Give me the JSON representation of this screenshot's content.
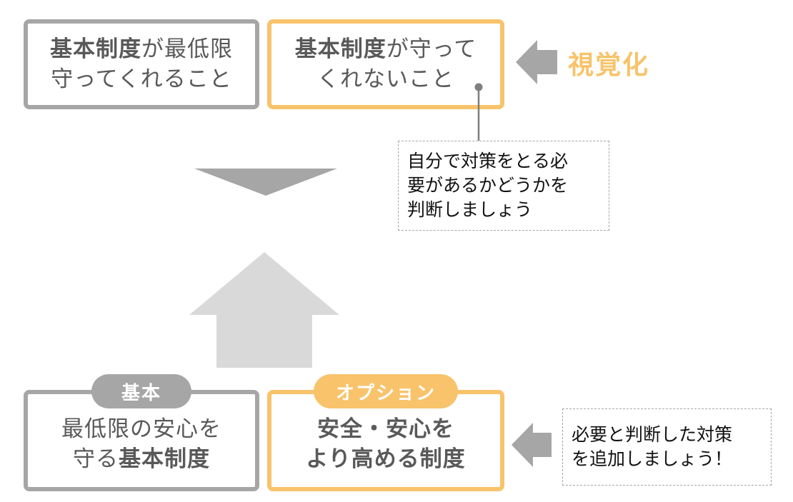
{
  "top_left_box": {
    "line1_bold": "基本制度",
    "line1_rest": "が最低限",
    "line2": "守ってくれること"
  },
  "top_right_box": {
    "line1_bold": "基本制度",
    "line1_rest": "が守って",
    "line2": "くれないこと"
  },
  "visualize_label": "視覚化",
  "callout_top": {
    "lines": [
      "自分で対策をとる必",
      "要があるかどうかを",
      "判断しましょう"
    ]
  },
  "bottom_left": {
    "pill": "基本",
    "line1": "最低限の安心を",
    "line2_pre": "守る",
    "line2_bold": "基本制度"
  },
  "bottom_right": {
    "pill": "オプション",
    "line1": "安全・安心を",
    "line2": "より高める制度"
  },
  "callout_bottom": {
    "lines": [
      "必要と判断した対策",
      "を追加しましょう！"
    ]
  },
  "colors": {
    "gray": "#a6a6a6",
    "light_gray": "#d9d9d9",
    "orange": "#f8c36b",
    "text": "#595959"
  }
}
